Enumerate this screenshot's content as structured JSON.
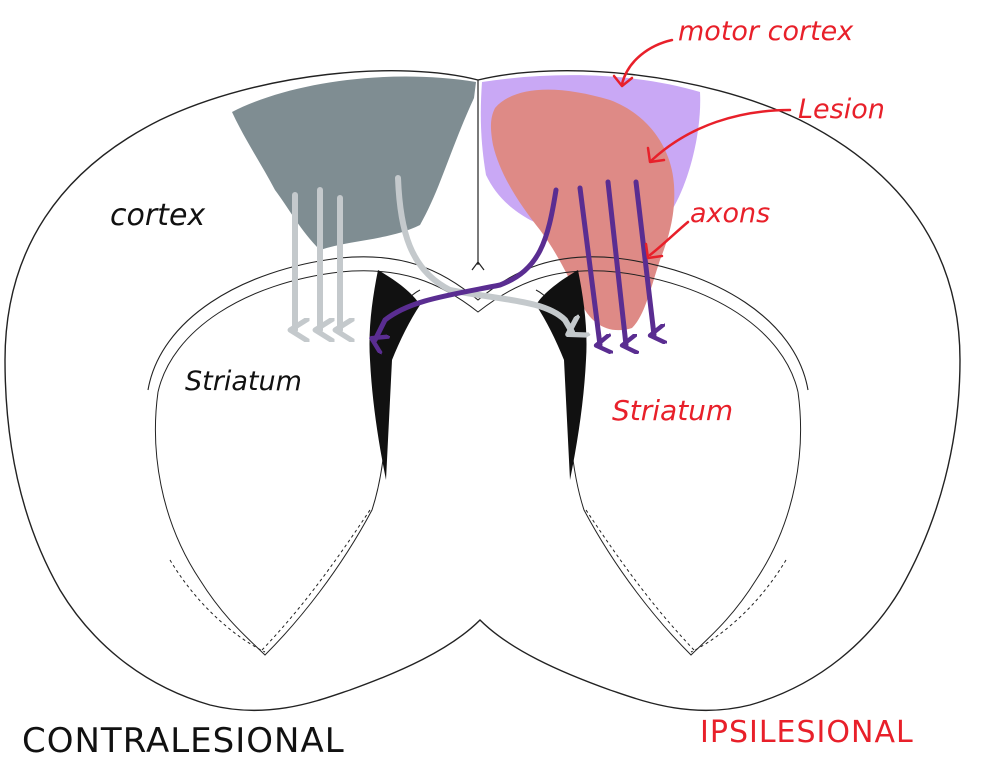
{
  "labels": {
    "motor_cortex": "motor cortex",
    "lesion": "Lesion",
    "axons": "axons",
    "cortex": "cortex",
    "striatum_left": "Striatum",
    "striatum_right": "Striatum",
    "contralesional": "CONTRALESIONAL",
    "ipsilesional": "IPSILESIONAL"
  },
  "colors": {
    "outline": "#222222",
    "contralesional_cortex": "#7f8d92",
    "motor_cortex": "#c9a8f5",
    "lesion": "#de8a86",
    "axon_gray": "#c4c9cc",
    "axon_purple": "#5a2d91",
    "annotation_red": "#e8202a",
    "text_black": "#111111"
  }
}
